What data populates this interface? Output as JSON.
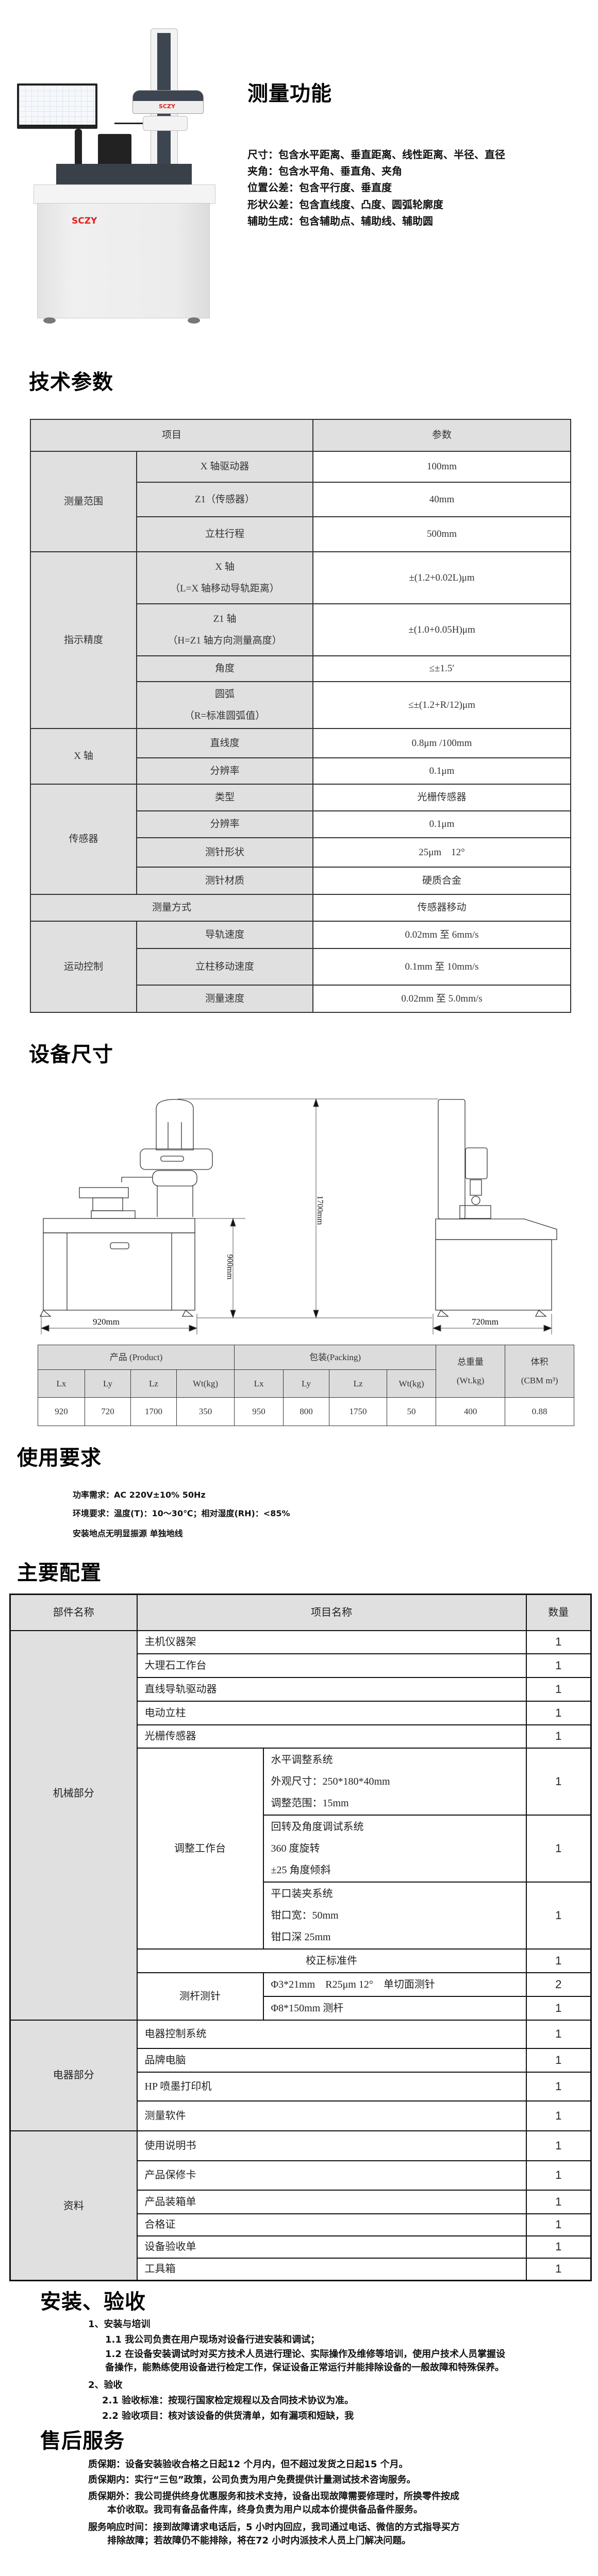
{
  "product_image": {
    "logo": "SCZY"
  },
  "measure": {
    "title": "测量功能",
    "items": [
      "尺寸：包含水平距离、垂直距离、线性距离、半径、直径",
      "夹角：包含水平角、垂直角、夹角",
      "位置公差：包含平行度、垂直度",
      "形状公差：包含直线度、凸度、圆弧轮廓度",
      "辅助生成：包含辅助点、辅助线、辅助圆"
    ]
  },
  "tech": {
    "title": "技术参数",
    "header": [
      "项目",
      "参数"
    ],
    "groups": {
      "range": "测量范围",
      "accuracy": "指示精度",
      "xaxis": "X 轴",
      "sensor": "传感器",
      "motion": "运动控制"
    },
    "rows": [
      {
        "item": "X 轴驱动器",
        "value": "100mm"
      },
      {
        "item": "Z1（传感器）",
        "value": "40mm"
      },
      {
        "item": "立柱行程",
        "value": "500mm"
      },
      {
        "item": "X 轴",
        "note": "（L=X 轴移动导轨距离）",
        "value": "±(1.2+0.02L)μm"
      },
      {
        "item": "Z1 轴",
        "note": "（H=Z1 轴方向测量高度）",
        "value": "±(1.0+0.05H)μm"
      },
      {
        "item": "角度",
        "value": "≤±1.5′"
      },
      {
        "item": "圆弧",
        "note": "（R=标准圆弧值）",
        "value": "≤±(1.2+R/12)μm"
      },
      {
        "item": "直线度",
        "value": "0.8μm /100mm"
      },
      {
        "item": "分辨率",
        "value": "0.1μm"
      },
      {
        "item": "类型",
        "value": "光栅传感器"
      },
      {
        "item": "分辨率",
        "value": "0.1μm"
      },
      {
        "item": "测针形状",
        "value": "25μm　12°"
      },
      {
        "item": "测针材质",
        "value": "硬质合金"
      },
      {
        "item": "测量方式",
        "value": "传感器移动"
      },
      {
        "item": "导轨速度",
        "value": "0.02mm 至 6mm/s"
      },
      {
        "item": "立柱移动速度",
        "value": "0.1mm 至 10mm/s"
      },
      {
        "item": "测量速度",
        "value": "0.02mm 至 5.0mm/s"
      }
    ]
  },
  "dimensions": {
    "title": "设备尺寸",
    "drawing": {
      "height": "1700mm",
      "table_height": "900mm",
      "width": "920mm",
      "depth": "720mm"
    },
    "table": {
      "groups": [
        "产品 (Product)",
        "包装(Packing)",
        "总重量",
        "体积"
      ],
      "group_units": [
        "(Wt.kg)",
        "(CBM m³)"
      ],
      "subheaders": [
        "Lx",
        "Ly",
        "Lz",
        "Wt(kg)",
        "Lx",
        "Ly",
        "Lz",
        "Wt(kg)"
      ],
      "values": [
        "920",
        "720",
        "1700",
        "350",
        "950",
        "800",
        "1750",
        "50",
        "400",
        "0.88"
      ]
    }
  },
  "requirements": {
    "title": "使用要求",
    "items": [
      "功率需求：AC 220V±10% 50Hz",
      "环境要求：温度(T)：10～30℃；相对湿度(RH)：<85%",
      "安装地点无明显振源 单独地线"
    ]
  },
  "config": {
    "title": "主要配置",
    "header": [
      "部件名称",
      "项目名称",
      "数量"
    ],
    "groups": {
      "mech": "机械部分",
      "table": "调整工作台",
      "probe": "测杆测针",
      "elec": "电器部分",
      "docs": "资料"
    },
    "mech_rows": [
      {
        "name": "主机仪器架",
        "qty": "1"
      },
      {
        "name": "大理石工作台",
        "qty": "1"
      },
      {
        "name": "直线导轨驱动器",
        "qty": "1"
      },
      {
        "name": "电动立柱",
        "qty": "1"
      },
      {
        "name": "光栅传感器",
        "qty": "1"
      }
    ],
    "table_rows": [
      {
        "lines": [
          "水平调整系统",
          "外观尺寸：250*180*40mm",
          "调整范围：15mm"
        ],
        "qty": "1"
      },
      {
        "lines": [
          "回转及角度调试系统",
          "360 度旋转",
          "±25 角度倾斜"
        ],
        "qty": "1"
      },
      {
        "lines": [
          "平口装夹系统",
          "钳口宽：50mm",
          "钳口深 25mm"
        ],
        "qty": "1"
      }
    ],
    "calib": {
      "name": "校正标准件",
      "qty": "1"
    },
    "probe_rows": [
      {
        "name": "Φ3*21mm　R25μm 12°　单切面测针",
        "qty": "2"
      },
      {
        "name": "Φ8*150mm 测杆",
        "qty": "1"
      }
    ],
    "elec_rows": [
      {
        "name": "电器控制系统",
        "qty": "1"
      },
      {
        "name": "品牌电脑",
        "qty": "1"
      },
      {
        "name": "HP 喷墨打印机",
        "qty": "1"
      },
      {
        "name": "测量软件",
        "qty": "1"
      }
    ],
    "doc_rows": [
      {
        "name": "使用说明书",
        "qty": "1"
      },
      {
        "name": "产品保修卡",
        "qty": "1"
      },
      {
        "name": "产品装箱单",
        "qty": "1"
      },
      {
        "name": "合格证",
        "qty": "1"
      },
      {
        "name": "设备验收单",
        "qty": "1"
      },
      {
        "name": "工具箱",
        "qty": "1"
      }
    ]
  },
  "install": {
    "title": "安装、验收",
    "s1": "1、安装与培训",
    "s1_1": "1.1 我公司负责在用户现场对设备行进安装和调试；",
    "s1_2a": "1.2 在设备安装调试时对买方技术人员进行理论、实际操作及维修等培训，使用户技术人员掌握设",
    "s1_2b": "备操作，能熟练使用设备进行检定工作，保证设备正常运行并能排除设备的一般故障和特殊保养。",
    "s2": "2、验收",
    "s2_1": "2.1 验收标准：按现行国家检定规程以及合同技术协议为准。",
    "s2_2": "2.2 验收项目：核对该设备的供货清单，如有漏项和短缺，我"
  },
  "service": {
    "title": "售后服务",
    "p1": "质保期：设备安装验收合格之日起12 个月内，但不超过发货之日起15 个月。",
    "p2": "质保期内：实行“三包”政策，公司负责为用户免费提供计量测试技术咨询服务。",
    "p3a": "质保期外：我公司提供终身优惠服务和技术支持，设备出现故障需要修理时，所换零件按成",
    "p3b": "本价收取。我司有备品备件库，终身负责为用户以成本价提供备品备件服务。",
    "p4a": "服务响应时间：接到故障请求电话后，5 小时内回应，我司通过电话、微信的方式指导买方",
    "p4b": "排除故障；若故障仍不能排除，将在72 小时内派技术人员上门解决问题。"
  }
}
